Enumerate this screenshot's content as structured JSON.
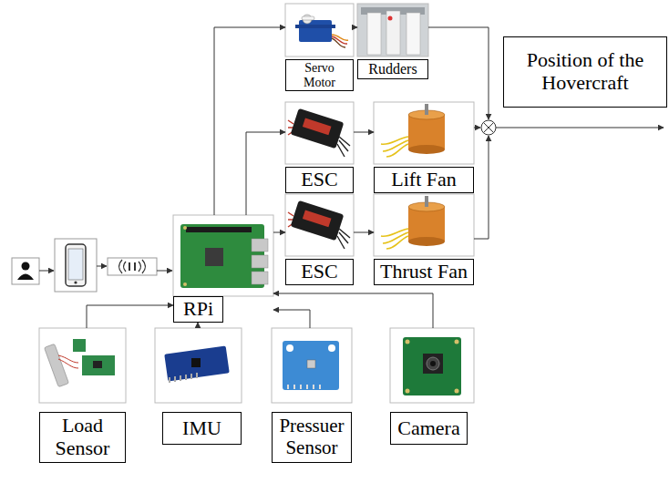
{
  "diagram": {
    "nodes": [
      {
        "text": [
          "Servo Motor"
        ]
      },
      {
        "text": [
          "Rudders"
        ]
      },
      {
        "text": [
          "Position of the Hovercraft"
        ]
      },
      {
        "text": [
          "ESC"
        ]
      },
      {
        "text": [
          "Lift Fan"
        ]
      },
      {
        "text": [
          "ESC"
        ]
      },
      {
        "text": [
          "Thrust Fan"
        ]
      },
      {
        "text": [
          "RPi"
        ]
      },
      {
        "text": [
          "Load Sensor"
        ]
      },
      {
        "text": [
          "IMU"
        ]
      },
      {
        "text": [
          "Pressuer Sensor"
        ]
      },
      {
        "text": [
          "Camera"
        ]
      }
    ],
    "edges": [
      {
        "from": 7,
        "to": 0,
        "arrow": "to"
      },
      {
        "from": 0,
        "to": 1,
        "arrow": "to"
      },
      {
        "from": 7,
        "to": 3,
        "arrow": "to"
      },
      {
        "from": 3,
        "to": 4,
        "arrow": "to"
      },
      {
        "from": 7,
        "to": 5,
        "arrow": "to"
      },
      {
        "from": 5,
        "to": 6,
        "arrow": "to"
      },
      {
        "from": 8,
        "to": 7,
        "arrow": "to"
      },
      {
        "from": 9,
        "to": 7,
        "arrow": "to"
      },
      {
        "from": 10,
        "to": 7,
        "arrow": "to"
      },
      {
        "from": 11,
        "to": 7,
        "arrow": "to"
      }
    ]
  }
}
